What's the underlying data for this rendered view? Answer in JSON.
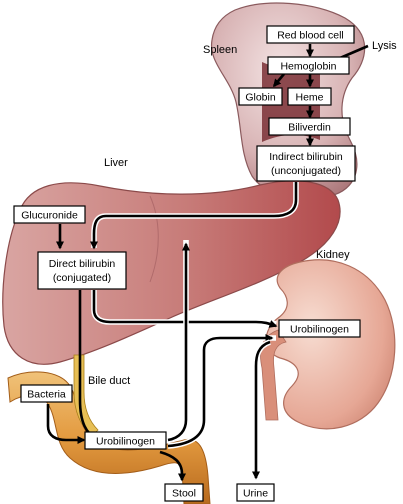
{
  "organs": {
    "spleen": "Spleen",
    "lysis": "Lysis",
    "liver": "Liver",
    "kidney": "Kidney",
    "bile_duct": "Bile duct"
  },
  "nodes": {
    "rbc": "Red blood cell",
    "hemoglobin": "Hemoglobin",
    "globin": "Globin",
    "heme": "Heme",
    "biliverdin": "Biliverdin",
    "indirect_1": "Indirect bilirubin",
    "indirect_2": "(unconjugated)",
    "glucuronide": "Glucuronide",
    "direct_1": "Direct bilirubin",
    "direct_2": "(conjugated)",
    "bacteria": "Bacteria",
    "urobilinogen_gut": "Urobilinogen",
    "urobilinogen_kidney": "Urobilinogen",
    "stool": "Stool",
    "urine": "Urine"
  }
}
